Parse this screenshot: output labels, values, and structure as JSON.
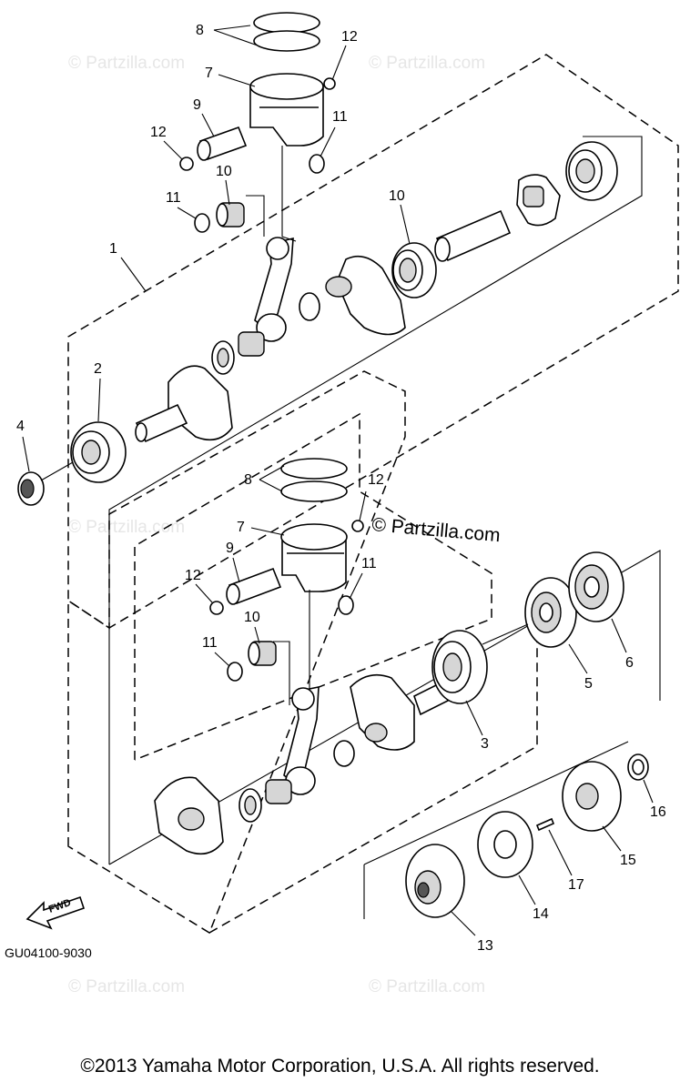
{
  "watermark": "© Partzilla.com",
  "corner_mark": "© Partzilla.com",
  "diagram_code": "GU04100-9030",
  "fwd_label": "FWD",
  "footer": "©2013  Yamaha Motor Corporation, U.S.A. All rights reserved.",
  "callouts": {
    "group1": [
      "8",
      "12",
      "7",
      "9",
      "12",
      "11",
      "10",
      "11",
      "10",
      "1",
      "2",
      "4"
    ],
    "group2": [
      "8",
      "12",
      "7",
      "9",
      "12",
      "11",
      "10",
      "11",
      "3",
      "5",
      "6",
      "16",
      "15",
      "17",
      "14",
      "13"
    ]
  }
}
